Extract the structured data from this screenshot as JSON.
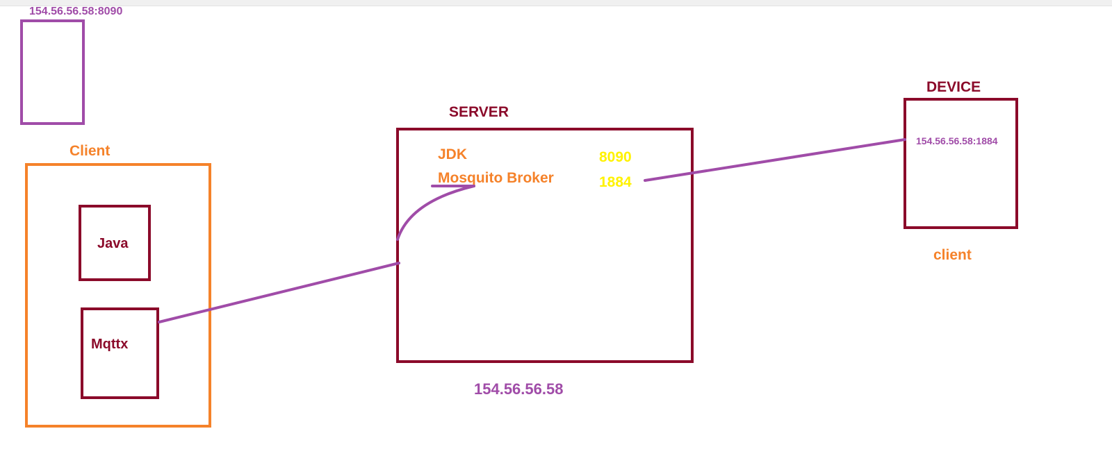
{
  "colors": {
    "purple": "#a04ca8",
    "maroon": "#8b0a2a",
    "orange": "#f5822a",
    "yellow": "#fff200"
  },
  "web": {
    "address": "154.56.56.58:8090"
  },
  "client": {
    "title": "Client",
    "java": "Java",
    "mqttx": "Mqttx"
  },
  "server": {
    "title": "SERVER",
    "jdk": "JDK",
    "broker": "Mosquito Broker",
    "port_web": "8090",
    "port_mqtt": "1884",
    "ip": "154.56.56.58"
  },
  "device": {
    "title": "DEVICE",
    "address": "154.56.56.58:1884",
    "role": "client"
  }
}
